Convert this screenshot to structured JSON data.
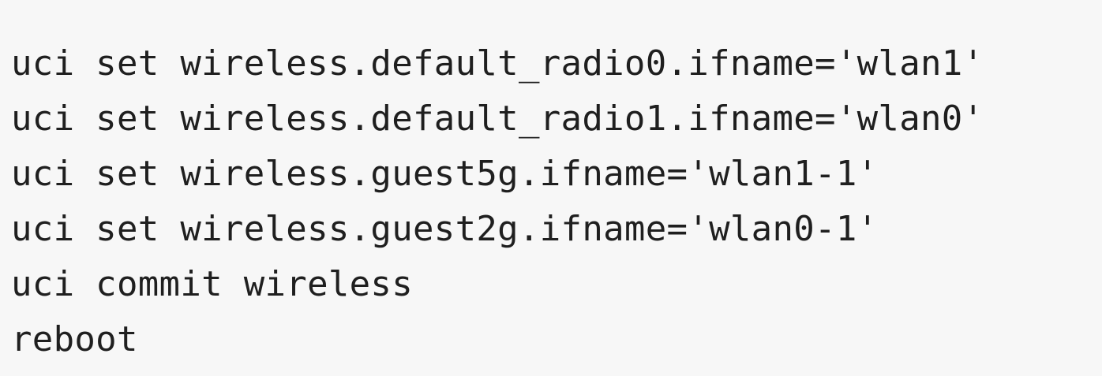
{
  "code_block": {
    "lines": [
      "uci set wireless.default_radio0.ifname='wlan1'",
      "uci set wireless.default_radio1.ifname='wlan0'",
      "uci set wireless.guest5g.ifname='wlan1-1'",
      "uci set wireless.guest2g.ifname='wlan0-1'",
      "uci commit wireless",
      "reboot"
    ]
  }
}
